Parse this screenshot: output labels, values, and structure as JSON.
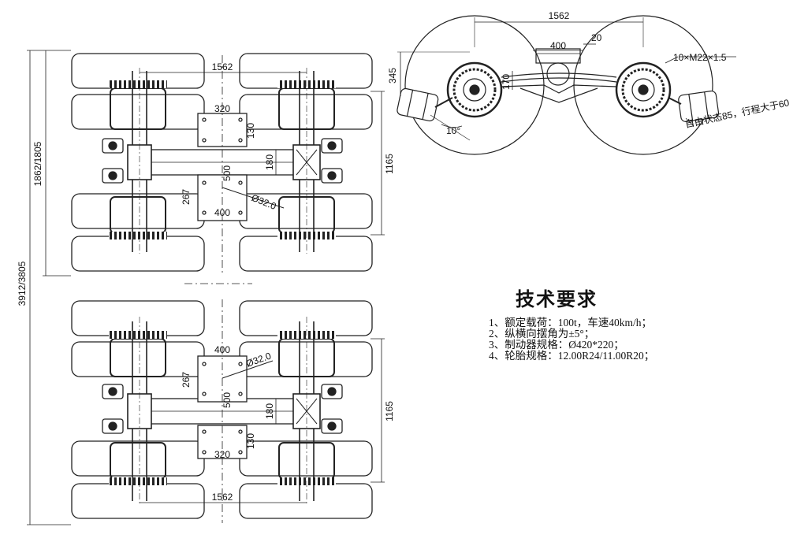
{
  "dimensions": {
    "overall_length": "3912/3805",
    "group_length": "1862/1805",
    "track_width": "1562",
    "axle_spacing": "1165",
    "pad_320": "320",
    "pad_130": "130",
    "pad_400": "400",
    "pad_267": "267",
    "center_500": "500",
    "arm_180": "180",
    "hole_dia": "Ø32.0"
  },
  "side_view": {
    "width_1562": "1562",
    "width_400": "400",
    "dim_20": "20",
    "height_345": "345",
    "dim_170": "170",
    "angle_10": "10°",
    "bolt_spec": "10×M22×1.5",
    "chamber_note": "自由状态85，行程大于60"
  },
  "tech_requirements": {
    "title": "技术要求",
    "items": [
      "1、额定载荷：100t，车速40km/h；",
      "2、纵横向摆角为±5°；",
      "3、制动器规格：Ø420*220；",
      "4、轮胎规格：12.00R24/11.00R20；"
    ]
  }
}
